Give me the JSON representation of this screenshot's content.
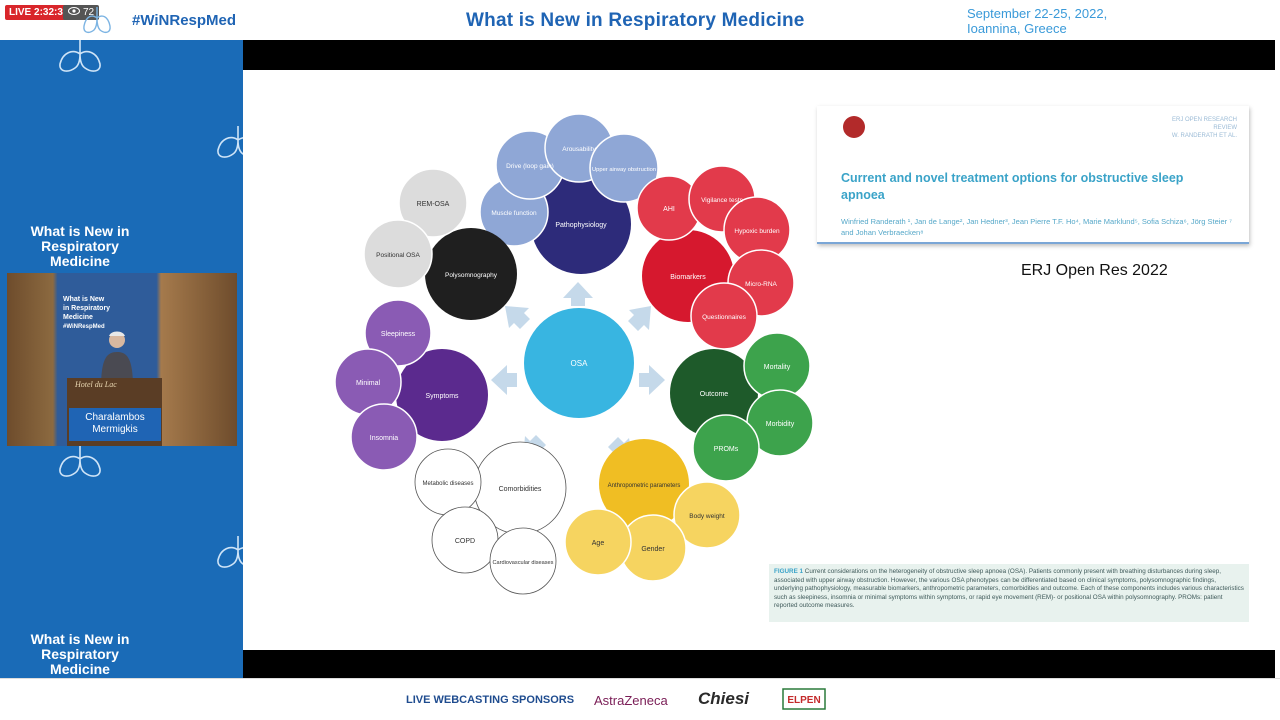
{
  "header": {
    "live_label": "LIVE 2:32:32",
    "viewer_count": "72",
    "hashtag": "#WiNRespMed",
    "title": "What is New in Respiratory Medicine",
    "date": "September 22-25, 2022,",
    "location": "Ioannina, Greece"
  },
  "sidebar": {
    "title_top_1": "What is New in",
    "title_top_2": "Respiratory",
    "title_top_3": "Medicine",
    "title_bottom_1": "What is New in",
    "title_bottom_2": "Respiratory",
    "title_bottom_3": "Medicine",
    "speaker_first": "Charalambos",
    "speaker_last": "Mermigkis",
    "video_title_1": "What is New",
    "video_title_2": "in Respiratory",
    "video_title_3": "Medicine",
    "video_hashtag": "#WiNRespMed",
    "podium_label": "Hotel du Lac"
  },
  "slide": {
    "paper": {
      "journal_1": "ERJ OPEN RESEARCH",
      "journal_2": "REVIEW",
      "journal_3": "W. RANDERATH ET AL.",
      "title": "Current and novel treatment options for obstructive sleep apnoea",
      "authors": "Winfried Randerath ¹, Jan de Lange², Jan Hedner³, Jean Pierre T.F. Ho⁴, Marie Marklund⁵, Sofia Schiza⁶, Jörg Steier ⁷ and Johan Verbraecken⁸"
    },
    "reference": "ERJ Open Res 2022",
    "caption_label": "FIGURE 1",
    "caption_text": "Current considerations on the heterogeneity of obstructive sleep apnoea (OSA). Patients commonly present with breathing disturbances during sleep, associated with upper airway obstruction. However, the various OSA phenotypes can be differentiated based on clinical symptoms, polysomnographic findings, underlying pathophysiology, measurable biomarkers, anthropometric parameters, comorbidities and outcome. Each of these components includes various characteristics such as sleepiness, insomnia or minimal symptoms within symptoms, or rapid eye movement (REM)- or positional OSA within polysomnography. PROMs: patient reported outcome measures.",
    "diagram": {
      "center": "OSA",
      "pathophysiology": "Pathophysiology",
      "drive": "Drive (loop gain)",
      "arousability": "Arousability",
      "upper_airway": "Upper airway obstruction",
      "muscle": "Muscle function",
      "biomarkers": "Biomarkers",
      "ahi": "AHI",
      "vigilance": "Vigilance tests",
      "hypoxic": "Hypoxic burden",
      "microrna": "Micro-RNA",
      "questionnaires": "Questionnaires",
      "outcome": "Outcome",
      "mortality": "Mortality",
      "morbidity": "Morbidity",
      "proms": "PROMs",
      "anthropometric": "Anthropometric parameters",
      "body_weight": "Body weight",
      "gender": "Gender",
      "age": "Age",
      "comorbidities": "Comorbidities",
      "metabolic": "Metabolic diseases",
      "copd": "COPD",
      "cardiovascular": "Cardiovascular diseases",
      "symptoms": "Symptoms",
      "sleepiness": "Sleepiness",
      "minimal": "Minimal",
      "insomnia": "Insomnia",
      "polysomnography": "Polysomnography",
      "rem_osa": "REM-OSA",
      "positional": "Positional OSA"
    }
  },
  "footer": {
    "sponsors_label": "LIVE WEBCASTING SPONSORS",
    "sponsor_1": "AstraZeneca",
    "sponsor_2": "Chiesi",
    "sponsor_3": "ELPEN"
  },
  "colors": {
    "brand_blue": "#1a6bb7",
    "title_blue": "#1f64b4",
    "live_red": "#d9262b"
  }
}
